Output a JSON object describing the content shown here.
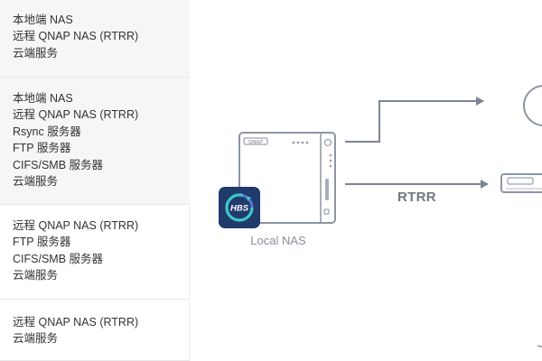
{
  "services_table": {
    "rows": [
      {
        "lines": [
          "本地端 NAS",
          "远程 QNAP NAS (RTRR)",
          "云端服务"
        ]
      },
      {
        "lines": [
          "本地端 NAS",
          "远程 QNAP NAS (RTRR)",
          "Rsync 服务器",
          "FTP 服务器",
          "CIFS/SMB 服务器",
          "云端服务"
        ]
      },
      {
        "lines": [
          "远程 QNAP NAS (RTRR)",
          "FTP 服务器",
          "CIFS/SMB 服务器",
          "云端服务"
        ]
      },
      {
        "lines": [
          "远程 QNAP NAS (RTRR)",
          "云端服务"
        ]
      }
    ]
  },
  "diagram": {
    "local_nas_label": "Local NAS",
    "connection_label": "RTRR",
    "app_icon_text": "HBS",
    "device_brand": "QNAP",
    "colors": {
      "line": "#7c8594",
      "device_stroke": "#8d95a3",
      "app_icon_bg": "#1f3a6b",
      "app_icon_ring": "#3ec7c9"
    }
  }
}
